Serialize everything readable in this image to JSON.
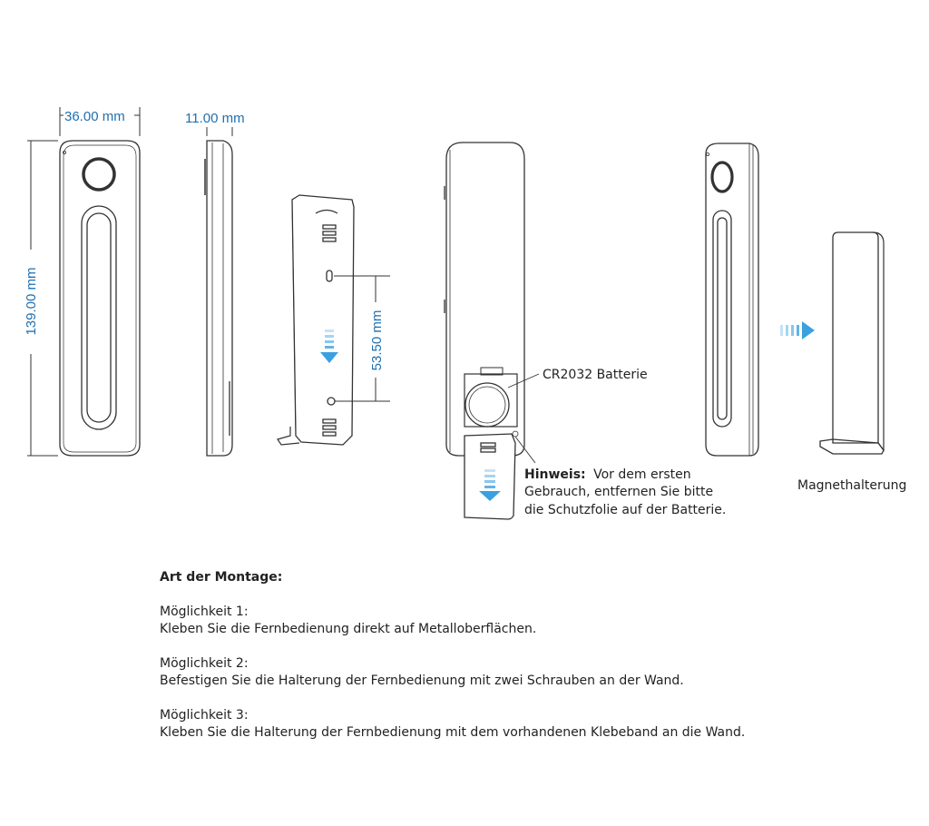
{
  "dimensions": {
    "width": "36.00 mm",
    "depth": "11.00 mm",
    "height": "139.00 mm",
    "hole_spacing": "53.50 mm"
  },
  "labels": {
    "battery": "CR2032 Batterie",
    "note_bold": "Hinweis:",
    "note_line1": "Vor dem ersten",
    "note_line2": "Gebrauch, entfernen Sie bitte",
    "note_line3": "die Schutzfolie auf der Batterie.",
    "magnet_holder": "Magnethalterung"
  },
  "mounting": {
    "title": "Art der Montage:",
    "options": [
      {
        "heading": "Möglichkeit 1:",
        "text": "Kleben Sie die Fernbedienung direkt auf Metalloberflächen."
      },
      {
        "heading": "Möglichkeit 2:",
        "text": "Befestigen Sie die Halterung der Fernbedienung mit zwei Schrauben an der Wand."
      },
      {
        "heading": "Möglichkeit 3:",
        "text": "Kleben Sie die Halterung der Fernbedienung mit dem vorhandenen Klebeband an die Wand."
      }
    ]
  },
  "colors": {
    "dimension_text": "#1f6fb0",
    "arrow_blue": "#3aa0e0",
    "outline": "#333333"
  }
}
